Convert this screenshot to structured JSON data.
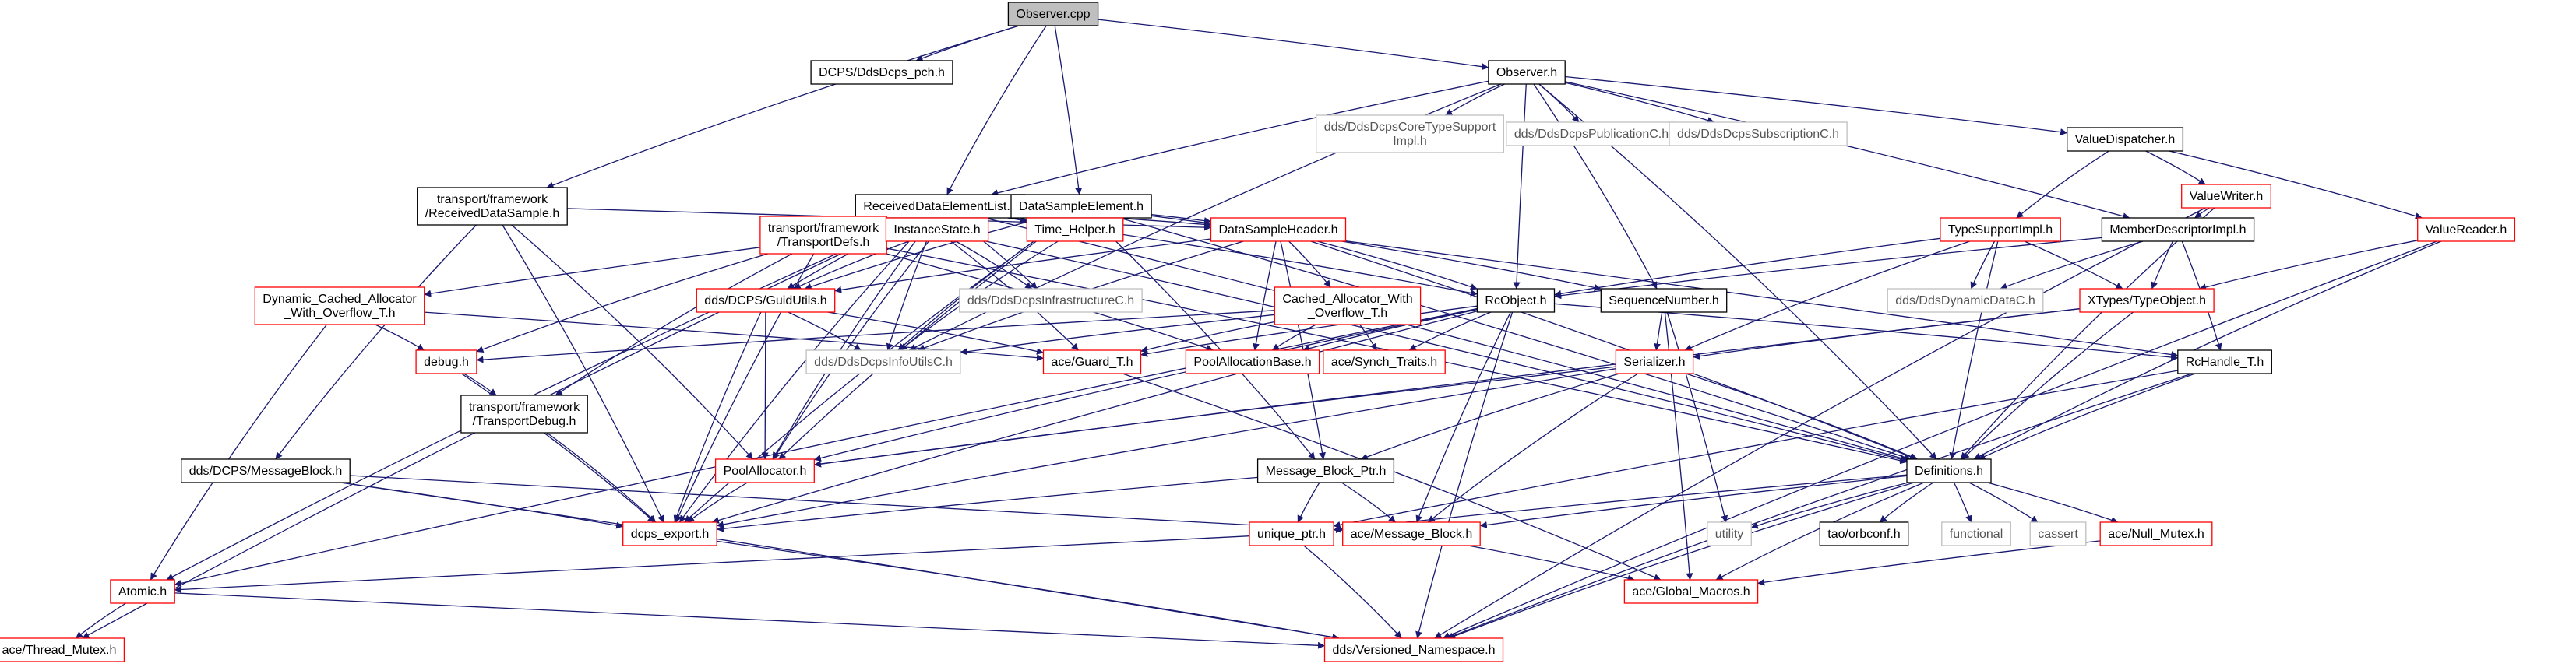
{
  "graph": {
    "colors": {
      "edge": "#191970",
      "border_default": "#000000",
      "border_truncated": "#ff0000",
      "border_external": "#bfbfbf",
      "root_fill": "#bfbfbf",
      "node_fill": "#ffffff",
      "text": "#000000",
      "external_text": "#555555"
    },
    "nodes": [
      {
        "id": "observer_cpp",
        "label": [
          "Observer.cpp"
        ],
        "style": "root"
      },
      {
        "id": "ddsdcps_pch",
        "label": [
          "DCPS/DdsDcps_pch.h"
        ],
        "style": "default"
      },
      {
        "id": "observer_h",
        "label": [
          "Observer.h"
        ],
        "style": "default"
      },
      {
        "id": "received_data_sample",
        "label": [
          "transport/framework",
          "/ReceivedDataSample.h"
        ],
        "style": "default"
      },
      {
        "id": "received_data_element_list",
        "label": [
          "ReceivedDataElementList.h"
        ],
        "style": "default"
      },
      {
        "id": "data_sample_element",
        "label": [
          "DataSampleElement.h"
        ],
        "style": "default"
      },
      {
        "id": "core_type_support",
        "label": [
          "dds/DdsDcpsCoreTypeSupport",
          "Impl.h"
        ],
        "style": "external"
      },
      {
        "id": "publication_c",
        "label": [
          "dds/DdsDcpsPublicationC.h"
        ],
        "style": "external"
      },
      {
        "id": "subscription_c",
        "label": [
          "dds/DdsDcpsSubscriptionC.h"
        ],
        "style": "external"
      },
      {
        "id": "value_dispatcher",
        "label": [
          "ValueDispatcher.h"
        ],
        "style": "default"
      },
      {
        "id": "value_writer",
        "label": [
          "ValueWriter.h"
        ],
        "style": "truncated"
      },
      {
        "id": "value_reader",
        "label": [
          "ValueReader.h"
        ],
        "style": "truncated"
      },
      {
        "id": "type_support_impl",
        "label": [
          "TypeSupportImpl.h"
        ],
        "style": "truncated"
      },
      {
        "id": "member_descriptor_impl",
        "label": [
          "MemberDescriptorImpl.h"
        ],
        "style": "default"
      },
      {
        "id": "transport_defs",
        "label": [
          "transport/framework",
          "/TransportDefs.h"
        ],
        "style": "truncated"
      },
      {
        "id": "instance_state",
        "label": [
          "InstanceState.h"
        ],
        "style": "truncated"
      },
      {
        "id": "time_helper",
        "label": [
          "Time_Helper.h"
        ],
        "style": "truncated"
      },
      {
        "id": "data_sample_header",
        "label": [
          "DataSampleHeader.h"
        ],
        "style": "truncated"
      },
      {
        "id": "dynamic_cached_allocator",
        "label": [
          "Dynamic_Cached_Allocator",
          "_With_Overflow_T.h"
        ],
        "style": "truncated"
      },
      {
        "id": "guid_utils",
        "label": [
          "dds/DCPS/GuidUtils.h"
        ],
        "style": "truncated"
      },
      {
        "id": "infrastructure_c",
        "label": [
          "dds/DdsDcpsInfrastructureC.h"
        ],
        "style": "external"
      },
      {
        "id": "cached_allocator",
        "label": [
          "Cached_Allocator_With",
          "_Overflow_T.h"
        ],
        "style": "truncated"
      },
      {
        "id": "rc_object",
        "label": [
          "RcObject.h"
        ],
        "style": "default"
      },
      {
        "id": "sequence_number",
        "label": [
          "SequenceNumber.h"
        ],
        "style": "default"
      },
      {
        "id": "dynamic_data_c",
        "label": [
          "dds/DdsDynamicDataC.h"
        ],
        "style": "external"
      },
      {
        "id": "xtypes_type_object",
        "label": [
          "XTypes/TypeObject.h"
        ],
        "style": "truncated"
      },
      {
        "id": "debug_h",
        "label": [
          "debug.h"
        ],
        "style": "truncated"
      },
      {
        "id": "info_utils_c",
        "label": [
          "dds/DdsDcpsInfoUtilsC.h"
        ],
        "style": "external"
      },
      {
        "id": "ace_guard",
        "label": [
          "ace/Guard_T.h"
        ],
        "style": "truncated"
      },
      {
        "id": "pool_allocation_base",
        "label": [
          "PoolAllocationBase.h"
        ],
        "style": "truncated"
      },
      {
        "id": "ace_synch_traits",
        "label": [
          "ace/Synch_Traits.h"
        ],
        "style": "truncated"
      },
      {
        "id": "serializer",
        "label": [
          "Serializer.h"
        ],
        "style": "truncated"
      },
      {
        "id": "rc_handle",
        "label": [
          "RcHandle_T.h"
        ],
        "style": "default"
      },
      {
        "id": "transport_debug",
        "label": [
          "transport/framework",
          "/TransportDebug.h"
        ],
        "style": "default"
      },
      {
        "id": "pool_allocator",
        "label": [
          "PoolAllocator.h"
        ],
        "style": "truncated"
      },
      {
        "id": "message_block_ptr",
        "label": [
          "Message_Block_Ptr.h"
        ],
        "style": "default"
      },
      {
        "id": "definitions",
        "label": [
          "Definitions.h"
        ],
        "style": "default"
      },
      {
        "id": "dcps_message_block",
        "label": [
          "dds/DCPS/MessageBlock.h"
        ],
        "style": "default"
      },
      {
        "id": "dcps_export",
        "label": [
          "dcps_export.h"
        ],
        "style": "truncated"
      },
      {
        "id": "ace_message_block",
        "label": [
          "ace/Message_Block.h"
        ],
        "style": "truncated"
      },
      {
        "id": "unique_ptr",
        "label": [
          "unique_ptr.h"
        ],
        "style": "truncated"
      },
      {
        "id": "utility",
        "label": [
          "utility"
        ],
        "style": "external"
      },
      {
        "id": "tao_orbconf",
        "label": [
          "tao/orbconf.h"
        ],
        "style": "default"
      },
      {
        "id": "functional",
        "label": [
          "functional"
        ],
        "style": "external"
      },
      {
        "id": "cassert",
        "label": [
          "cassert"
        ],
        "style": "external"
      },
      {
        "id": "ace_null_mutex",
        "label": [
          "ace/Null_Mutex.h"
        ],
        "style": "truncated"
      },
      {
        "id": "atomic_h",
        "label": [
          "Atomic.h"
        ],
        "style": "truncated"
      },
      {
        "id": "ace_global_macros",
        "label": [
          "ace/Global_Macros.h"
        ],
        "style": "truncated"
      },
      {
        "id": "ace_thread_mutex",
        "label": [
          "ace/Thread_Mutex.h"
        ],
        "style": "truncated"
      },
      {
        "id": "versioned_namespace",
        "label": [
          "dds/Versioned_Namespace.h"
        ],
        "style": "truncated"
      }
    ],
    "edges": [
      [
        "observer_cpp",
        "ddsdcps_pch"
      ],
      [
        "observer_cpp",
        "observer_h"
      ],
      [
        "observer_cpp",
        "received_data_sample"
      ],
      [
        "observer_cpp",
        "received_data_element_list"
      ],
      [
        "observer_cpp",
        "data_sample_element"
      ],
      [
        "observer_h",
        "core_type_support"
      ],
      [
        "observer_h",
        "publication_c"
      ],
      [
        "observer_h",
        "subscription_c"
      ],
      [
        "observer_h",
        "value_dispatcher"
      ],
      [
        "observer_h",
        "received_data_element_list"
      ],
      [
        "observer_h",
        "member_descriptor_impl"
      ],
      [
        "observer_h",
        "rc_object"
      ],
      [
        "observer_h",
        "sequence_number"
      ],
      [
        "observer_h",
        "info_utils_c"
      ],
      [
        "observer_h",
        "definitions"
      ],
      [
        "value_dispatcher",
        "value_writer"
      ],
      [
        "value_dispatcher",
        "value_reader"
      ],
      [
        "value_dispatcher",
        "type_support_impl"
      ],
      [
        "value_writer",
        "member_descriptor_impl"
      ],
      [
        "value_writer",
        "definitions"
      ],
      [
        "value_writer",
        "versioned_namespace"
      ],
      [
        "value_reader",
        "xtypes_type_object"
      ],
      [
        "value_reader",
        "definitions"
      ],
      [
        "value_reader",
        "versioned_namespace"
      ],
      [
        "type_support_impl",
        "dynamic_data_c"
      ],
      [
        "type_support_impl",
        "xtypes_type_object"
      ],
      [
        "type_support_impl",
        "rc_object"
      ],
      [
        "type_support_impl",
        "serializer"
      ],
      [
        "type_support_impl",
        "definitions"
      ],
      [
        "member_descriptor_impl",
        "dynamic_data_c"
      ],
      [
        "member_descriptor_impl",
        "xtypes_type_object"
      ],
      [
        "member_descriptor_impl",
        "rc_object"
      ],
      [
        "member_descriptor_impl",
        "rc_handle"
      ],
      [
        "received_data_sample",
        "data_sample_header"
      ],
      [
        "received_data_sample",
        "dcps_message_block"
      ],
      [
        "received_data_sample",
        "pool_allocator"
      ],
      [
        "received_data_sample",
        "dcps_export"
      ],
      [
        "received_data_element_list",
        "data_sample_header"
      ],
      [
        "received_data_element_list",
        "transport_defs"
      ],
      [
        "received_data_element_list",
        "instance_state"
      ],
      [
        "received_data_element_list",
        "time_helper"
      ],
      [
        "received_data_element_list",
        "infrastructure_c"
      ],
      [
        "received_data_element_list",
        "guid_utils"
      ],
      [
        "received_data_element_list",
        "pool_allocator"
      ],
      [
        "received_data_element_list",
        "atomic_h"
      ],
      [
        "received_data_element_list",
        "ace_thread_mutex"
      ],
      [
        "received_data_element_list",
        "dcps_export"
      ],
      [
        "received_data_element_list",
        "info_utils_c"
      ],
      [
        "received_data_element_list",
        "rc_object"
      ],
      [
        "received_data_element_list",
        "definitions"
      ],
      [
        "data_sample_element",
        "data_sample_header"
      ],
      [
        "data_sample_element",
        "transport_defs"
      ],
      [
        "data_sample_element",
        "dynamic_cached_allocator"
      ],
      [
        "data_sample_element",
        "guid_utils"
      ],
      [
        "data_sample_element",
        "pool_allocator"
      ],
      [
        "data_sample_element",
        "info_utils_c"
      ],
      [
        "data_sample_element",
        "message_block_ptr"
      ],
      [
        "data_sample_element",
        "rc_handle"
      ],
      [
        "data_sample_element",
        "definitions"
      ],
      [
        "data_sample_element",
        "dcps_export"
      ],
      [
        "transport_defs",
        "debug_h"
      ],
      [
        "transport_defs",
        "transport_debug"
      ],
      [
        "transport_defs",
        "pool_allocation_base"
      ],
      [
        "transport_defs",
        "dcps_export"
      ],
      [
        "transport_defs",
        "definitions"
      ],
      [
        "instance_state",
        "guid_utils"
      ],
      [
        "instance_state",
        "infrastructure_c"
      ],
      [
        "instance_state",
        "pool_allocator"
      ],
      [
        "instance_state",
        "ace_guard"
      ],
      [
        "instance_state",
        "definitions"
      ],
      [
        "time_helper",
        "info_utils_c"
      ],
      [
        "data_sample_header",
        "guid_utils"
      ],
      [
        "data_sample_header",
        "cached_allocator"
      ],
      [
        "data_sample_header",
        "sequence_number"
      ],
      [
        "data_sample_header",
        "info_utils_c"
      ],
      [
        "data_sample_header",
        "pool_allocation_base"
      ],
      [
        "data_sample_header",
        "message_block_ptr"
      ],
      [
        "data_sample_header",
        "definitions"
      ],
      [
        "data_sample_header",
        "rc_object"
      ],
      [
        "dynamic_cached_allocator",
        "debug_h"
      ],
      [
        "dynamic_cached_allocator",
        "atomic_h"
      ],
      [
        "dynamic_cached_allocator",
        "ace_guard"
      ],
      [
        "guid_utils",
        "info_utils_c"
      ],
      [
        "guid_utils",
        "pool_allocator"
      ],
      [
        "guid_utils",
        "dcps_export"
      ],
      [
        "guid_utils",
        "ace_guard"
      ],
      [
        "cached_allocator",
        "info_utils_c"
      ],
      [
        "cached_allocator",
        "pool_allocation_base"
      ],
      [
        "cached_allocator",
        "ace_guard"
      ],
      [
        "cached_allocator",
        "ace_synch_traits"
      ],
      [
        "cached_allocator",
        "debug_h"
      ],
      [
        "rc_object",
        "pool_allocation_base"
      ],
      [
        "rc_object",
        "ace_guard"
      ],
      [
        "rc_object",
        "ace_synch_traits"
      ],
      [
        "rc_object",
        "rc_handle"
      ],
      [
        "rc_object",
        "dcps_export"
      ],
      [
        "rc_object",
        "atomic_h"
      ],
      [
        "rc_object",
        "versioned_namespace"
      ],
      [
        "rc_object",
        "ace_message_block"
      ],
      [
        "rc_object",
        "pool_allocator"
      ],
      [
        "sequence_number",
        "serializer"
      ],
      [
        "sequence_number",
        "utility"
      ],
      [
        "sequence_number",
        "ace_global_macros"
      ],
      [
        "xtypes_type_object",
        "serializer"
      ],
      [
        "xtypes_type_object",
        "pool_allocator"
      ],
      [
        "xtypes_type_object",
        "definitions"
      ],
      [
        "debug_h",
        "transport_debug"
      ],
      [
        "debug_h",
        "dcps_export"
      ],
      [
        "ace_guard",
        "ace_global_macros"
      ],
      [
        "serializer",
        "definitions"
      ],
      [
        "serializer",
        "message_block_ptr"
      ],
      [
        "serializer",
        "pool_allocator"
      ],
      [
        "serializer",
        "dcps_export"
      ],
      [
        "serializer",
        "ace_message_block"
      ],
      [
        "rc_handle",
        "definitions"
      ],
      [
        "rc_handle",
        "unique_ptr"
      ],
      [
        "rc_handle",
        "versioned_namespace"
      ],
      [
        "transport_debug",
        "dcps_export"
      ],
      [
        "pool_allocator",
        "dcps_export"
      ],
      [
        "message_block_ptr",
        "unique_ptr"
      ],
      [
        "message_block_ptr",
        "ace_message_block"
      ],
      [
        "message_block_ptr",
        "dcps_export"
      ],
      [
        "definitions",
        "utility"
      ],
      [
        "definitions",
        "tao_orbconf"
      ],
      [
        "definitions",
        "functional"
      ],
      [
        "definitions",
        "cassert"
      ],
      [
        "definitions",
        "ace_null_mutex"
      ],
      [
        "definitions",
        "ace_message_block"
      ],
      [
        "definitions",
        "ace_global_macros"
      ],
      [
        "definitions",
        "unique_ptr"
      ],
      [
        "definitions",
        "versioned_namespace"
      ],
      [
        "dcps_message_block",
        "dcps_export"
      ],
      [
        "dcps_message_block",
        "ace_message_block"
      ],
      [
        "dcps_message_block",
        "versioned_namespace"
      ],
      [
        "dcps_export",
        "versioned_namespace"
      ],
      [
        "unique_ptr",
        "atomic_h"
      ],
      [
        "unique_ptr",
        "versioned_namespace"
      ],
      [
        "ace_null_mutex",
        "ace_global_macros"
      ],
      [
        "ace_message_block",
        "ace_global_macros"
      ],
      [
        "atomic_h",
        "ace_thread_mutex"
      ],
      [
        "atomic_h",
        "versioned_namespace"
      ]
    ]
  }
}
